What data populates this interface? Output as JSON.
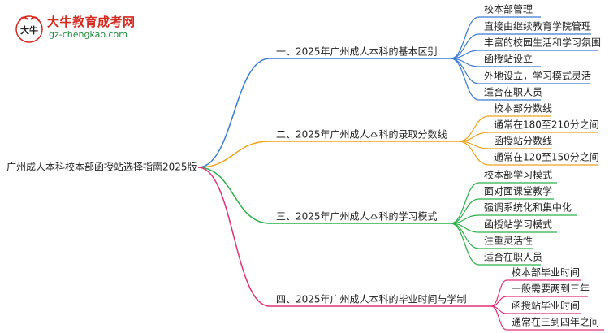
{
  "logo": {
    "title": "大牛教育成考网",
    "url": "gz-chengkao.com",
    "mark_text": "大牛"
  },
  "root": {
    "label": "广州成人本科校本部函授站选择指南2025版"
  },
  "branches": [
    {
      "label": "一、2025年广州成人本科的基本区别",
      "color": "#3a7bd5",
      "children": [
        "校本部管理",
        "直接由继续教育学院管理",
        "丰富的校园生活和学习氛围",
        "函授站设立",
        "外地设立，学习模式灵活",
        "适合在职人员"
      ]
    },
    {
      "label": "二、2025年广州成人本科的录取分数线",
      "color": "#f0a21a",
      "children": [
        "校本部分数线",
        "通常在180至210分之间",
        "函授站分数线",
        "通常在120至150分之间"
      ]
    },
    {
      "label": "三、2025年广州成人本科的学习模式",
      "color": "#2db04a",
      "children": [
        "校本部学习模式",
        "面对面课堂教学",
        "强调系统化和集中化",
        "函授站学习模式",
        "注重灵活性",
        "适合在职人员"
      ]
    },
    {
      "label": "四、2025年广州成人本科的毕业时间与学制",
      "color": "#e0307a",
      "children": [
        "校本部毕业时间",
        "一般需要两到三年",
        "函授站毕业时间",
        "通常在三到四年之间"
      ]
    }
  ]
}
